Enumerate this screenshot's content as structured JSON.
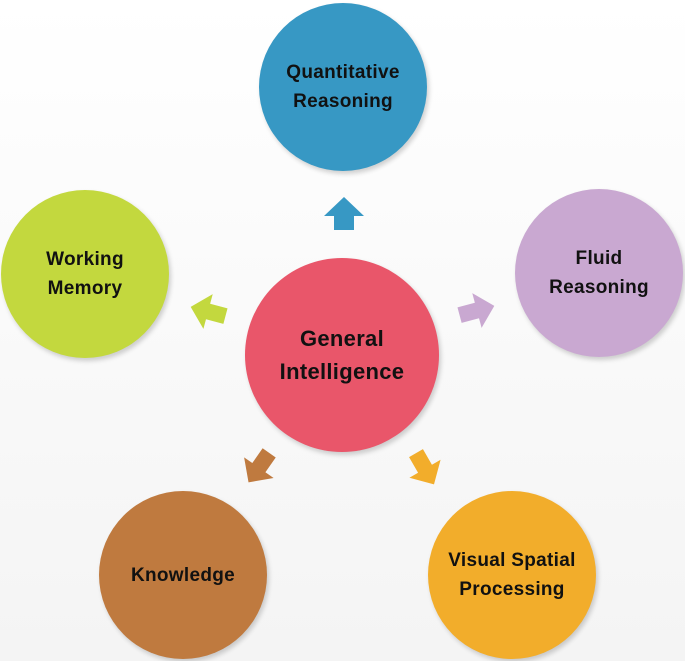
{
  "center": {
    "label": "General\nIntelligence",
    "color": "#e9566a"
  },
  "nodes": [
    {
      "id": "quantitative-reasoning",
      "label": "Quantitative\nReasoning",
      "color": "#3798c4"
    },
    {
      "id": "fluid-reasoning",
      "label": "Fluid\nReasoning",
      "color": "#c9a8d1"
    },
    {
      "id": "visual-spatial-processing",
      "label": "Visual Spatial\nProcessing",
      "color": "#f2ad2b"
    },
    {
      "id": "knowledge",
      "label": "Knowledge",
      "color": "#bf7a3f"
    },
    {
      "id": "working-memory",
      "label": "Working\nMemory",
      "color": "#c3d83e"
    }
  ],
  "arrow_icon": "block-arrow-icon"
}
